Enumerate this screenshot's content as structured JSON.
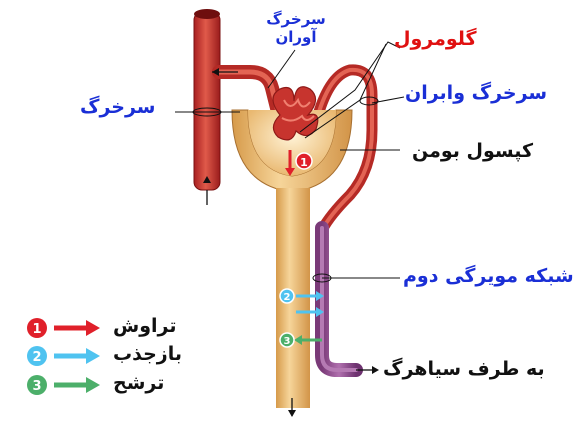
{
  "labels": {
    "afferent": "سرخرگ\nآوران",
    "afferent_l1": "سرخرگ",
    "afferent_l2": "آوران",
    "glomerulus": "گلومرول",
    "efferent": "سرخرگ وابران",
    "artery": "سرخرگ",
    "bowman": "کپسول بومن",
    "peritubular": "شبکه مویرگی دوم",
    "to_vein": "به طرف سیاهرگ"
  },
  "legend": [
    {
      "num": "1",
      "text": "تراوش",
      "color": "#e0202a"
    },
    {
      "num": "2",
      "text": "بازجذب",
      "color": "#4fc3f0"
    },
    {
      "num": "3",
      "text": "ترشح",
      "color": "#4caf6a"
    }
  ],
  "markers": {
    "m1": "1",
    "m2": "2",
    "m3": "3"
  }
}
